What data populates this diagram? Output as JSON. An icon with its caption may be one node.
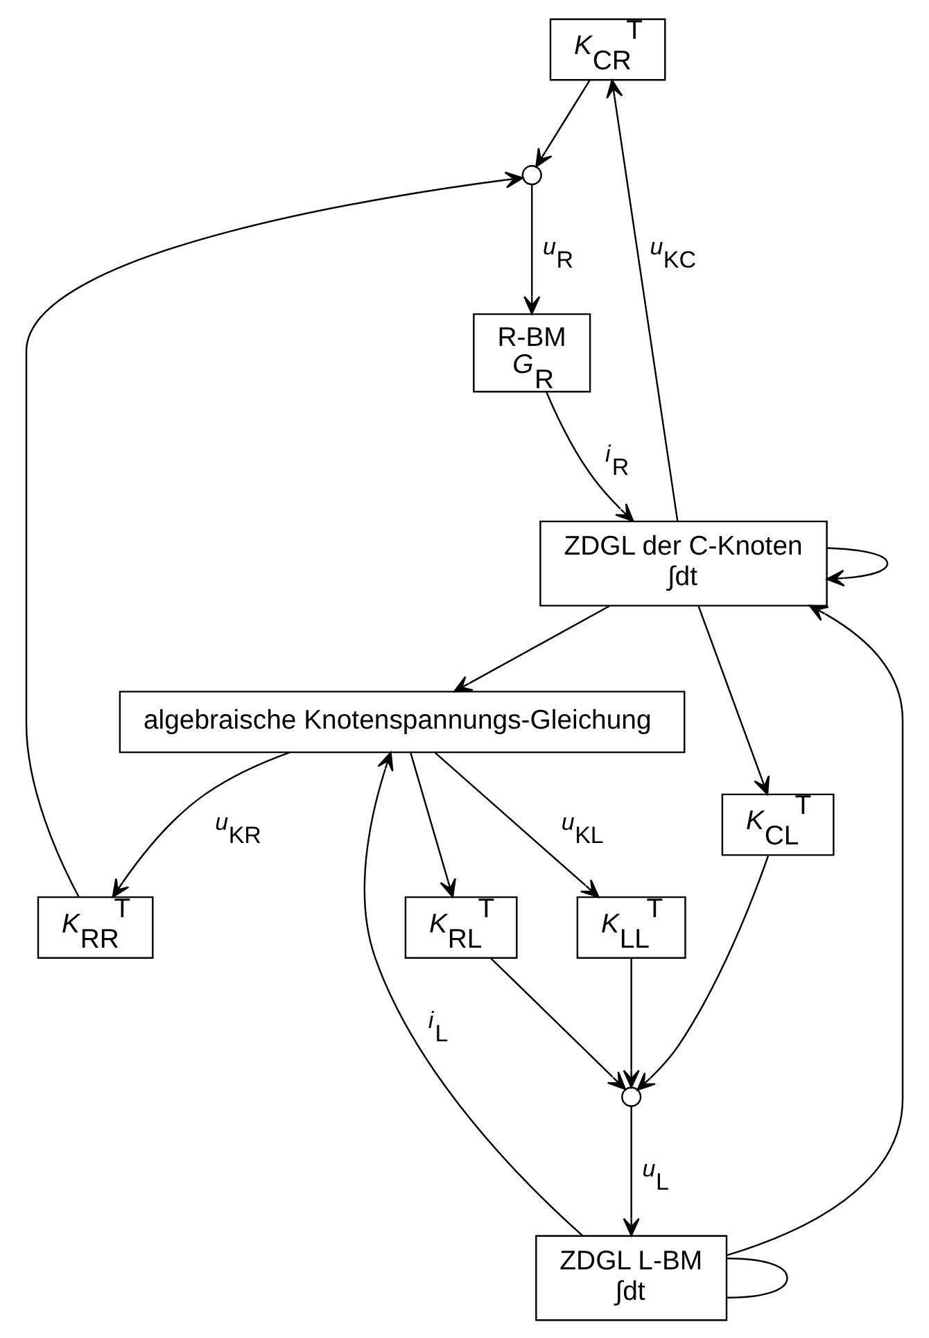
{
  "diagram": {
    "nodes": [
      {
        "text": [
          "*K*$_{CR}$$^{T}$"
        ]
      },
      {
        "text": [
          "*K*$_{RR}$$^{T}$"
        ]
      },
      {
        "text": [
          "*K*$_{CL}$$^{T}$"
        ]
      },
      {
        "text": [
          "*K*$_{RL}$$^{T}$"
        ]
      },
      {
        "text": [
          "*K*$_{LL}$$^{T}$"
        ]
      },
      {
        "text": [],
        "shape": "circle"
      },
      {
        "text": [
          "R-BM",
          "*G*$_{R}$"
        ]
      },
      {
        "text": [],
        "shape": "circle"
      },
      {
        "text": [
          "ZDGL L-BM",
          "∫dt"
        ]
      },
      {
        "text": [
          "algebraische Knotenspannungs-Gleichung"
        ]
      },
      {
        "text": [
          "ZDGL der C-Knoten",
          "∫dt"
        ]
      }
    ],
    "edges": [
      {
        "from": 10,
        "to": 0,
        "arrow": "to",
        "label": "*u*$_{KC}$"
      },
      {
        "from": 10,
        "to": 2,
        "arrow": "to"
      },
      {
        "from": 9,
        "to": 1,
        "arrow": "to",
        "label": "*u*$_{KR}$"
      },
      {
        "from": 9,
        "to": 3,
        "arrow": "to"
      },
      {
        "from": 9,
        "to": 4,
        "arrow": "to",
        "label": "*u*$_{KL}$"
      },
      {
        "from": 0,
        "to": 5,
        "arrow": "to"
      },
      {
        "from": 1,
        "to": 5,
        "arrow": "to"
      },
      {
        "from": 5,
        "to": 6,
        "arrow": "to",
        "label": "*u*$_{R}$"
      },
      {
        "from": 2,
        "to": 7,
        "arrow": "to"
      },
      {
        "from": 3,
        "to": 7,
        "arrow": "to"
      },
      {
        "from": 4,
        "to": 7,
        "arrow": "to"
      },
      {
        "from": 7,
        "to": 8,
        "arrow": "to",
        "label": "*u*$_{L}$"
      },
      {
        "from": 8,
        "to": 8,
        "arrow": "none"
      },
      {
        "from": 6,
        "to": 10,
        "arrow": "to",
        "label": "*i*$_{R}$"
      },
      {
        "from": 8,
        "to": 9,
        "arrow": "to",
        "label": "*i*$_{L}$"
      },
      {
        "from": 8,
        "to": 10,
        "arrow": "to"
      },
      {
        "from": 10,
        "to": 9,
        "arrow": "to"
      },
      {
        "from": 10,
        "to": 10,
        "arrow": "to"
      }
    ]
  }
}
